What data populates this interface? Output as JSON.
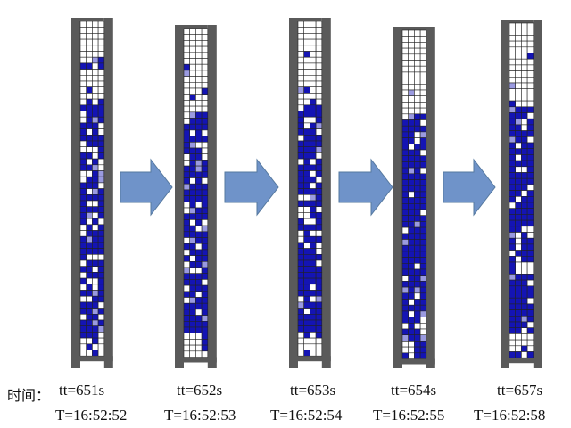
{
  "time_label": "时间：",
  "frames": [
    {
      "tt": "tt=651s",
      "T": "T=16:52:52"
    },
    {
      "tt": "tt=652s",
      "T": "T=16:52:53"
    },
    {
      "tt": "tt=653s",
      "T": "T=16:52:54"
    },
    {
      "tt": "tt=654s",
      "T": "T=16:52:55"
    },
    {
      "tt": "tt=657s",
      "T": "T=16:52:58"
    }
  ],
  "colors": {
    "wall": "#5a5a5a",
    "grid_line": "#222222",
    "empty_cell": "#ffffff",
    "occupied": "#1414b4",
    "partial": "#9a9ae0",
    "arrow_fill": "#6f93c9",
    "arrow_stroke": "#56799f"
  }
}
